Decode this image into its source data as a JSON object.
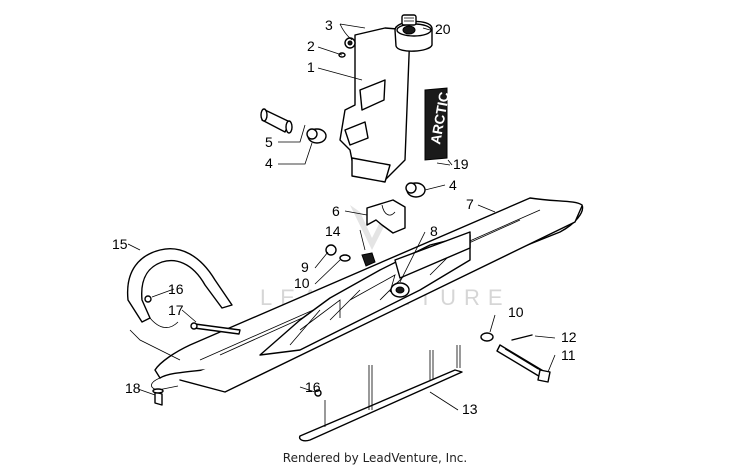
{
  "watermark": "LEADVENTURE",
  "footer": "Rendered by LeadVenture, Inc.",
  "decal_text": "ARCTIC",
  "callouts": [
    "1",
    "2",
    "3",
    "4",
    "5",
    "4",
    "6",
    "7",
    "8",
    "9",
    "10",
    "14",
    "15",
    "16",
    "17",
    "19",
    "20",
    "10",
    "12",
    "11",
    "18",
    "16",
    "13"
  ],
  "parts": [
    {
      "id": "spindle",
      "icon": "spindle-tube"
    },
    {
      "id": "ski",
      "icon": "ski-body"
    },
    {
      "id": "loop",
      "icon": "ski-loop"
    },
    {
      "id": "wear-bar",
      "icon": "wear-bar"
    },
    {
      "id": "bolt",
      "icon": "bolt"
    },
    {
      "id": "decal",
      "icon": "decal"
    },
    {
      "id": "bushing",
      "icon": "bushing"
    },
    {
      "id": "saddle",
      "icon": "saddle"
    }
  ]
}
